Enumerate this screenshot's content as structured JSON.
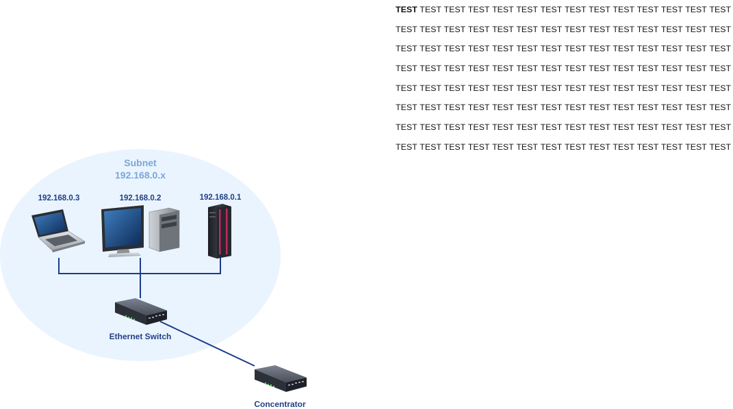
{
  "subnet": {
    "title": "Subnet",
    "range": "192.168.0.x"
  },
  "devices": {
    "laptop": {
      "ip": "192.168.0.3"
    },
    "desktop": {
      "ip": "192.168.0.2"
    },
    "server": {
      "ip": "192.168.0.1"
    },
    "switch": {
      "label": "Ethernet Switch"
    },
    "concentrator": {
      "label": "Concentrator"
    }
  },
  "colors": {
    "subnet_fill": "#eaf4fe",
    "subnet_text": "#7aa7d8",
    "label_text": "#1f3f86",
    "link": "#1a3b8c"
  },
  "text_block": {
    "lines": [
      [
        "TEST",
        "TEST",
        "TEST",
        "TEST",
        "TEST",
        "TEST",
        "TEST",
        "TEST",
        "TEST",
        "TEST",
        "TEST",
        "TEST",
        "TEST",
        "TEST"
      ],
      [
        "TEST",
        "TEST",
        "TEST",
        "TEST",
        "TEST",
        "TEST",
        "TEST",
        "TEST",
        "TEST",
        "TEST",
        "TEST",
        "TEST",
        "TEST",
        "TEST"
      ],
      [
        "TEST",
        "TEST",
        "TEST",
        "TEST",
        "TEST",
        "TEST",
        "TEST",
        "TEST",
        "TEST",
        "TEST",
        "TEST",
        "TEST",
        "TEST",
        "TEST"
      ],
      [
        "TEST",
        "TEST",
        "TEST",
        "TEST",
        "TEST",
        "TEST",
        "TEST",
        "TEST",
        "TEST",
        "TEST",
        "TEST",
        "TEST",
        "TEST",
        "TEST"
      ],
      [
        "TEST",
        "TEST",
        "TEST",
        "TEST",
        "TEST",
        "TEST",
        "TEST",
        "TEST",
        "TEST",
        "TEST",
        "TEST",
        "TEST",
        "TEST",
        "TEST"
      ],
      [
        "TEST",
        "TEST",
        "TEST",
        "TEST",
        "TEST",
        "TEST",
        "TEST",
        "TEST",
        "TEST",
        "TEST",
        "TEST",
        "TEST",
        "TEST",
        "TEST"
      ],
      [
        "TEST",
        "TEST",
        "TEST",
        "TEST",
        "TEST",
        "TEST",
        "TEST",
        "TEST",
        "TEST",
        "TEST",
        "TEST",
        "TEST",
        "TEST",
        "TEST"
      ],
      [
        "TEST",
        "TEST",
        "TEST",
        "TEST",
        "TEST",
        "TEST",
        "TEST",
        "TEST",
        "TEST",
        "TEST",
        "TEST",
        "TEST",
        "TEST",
        "TEST"
      ]
    ],
    "bold_first_word": true
  }
}
